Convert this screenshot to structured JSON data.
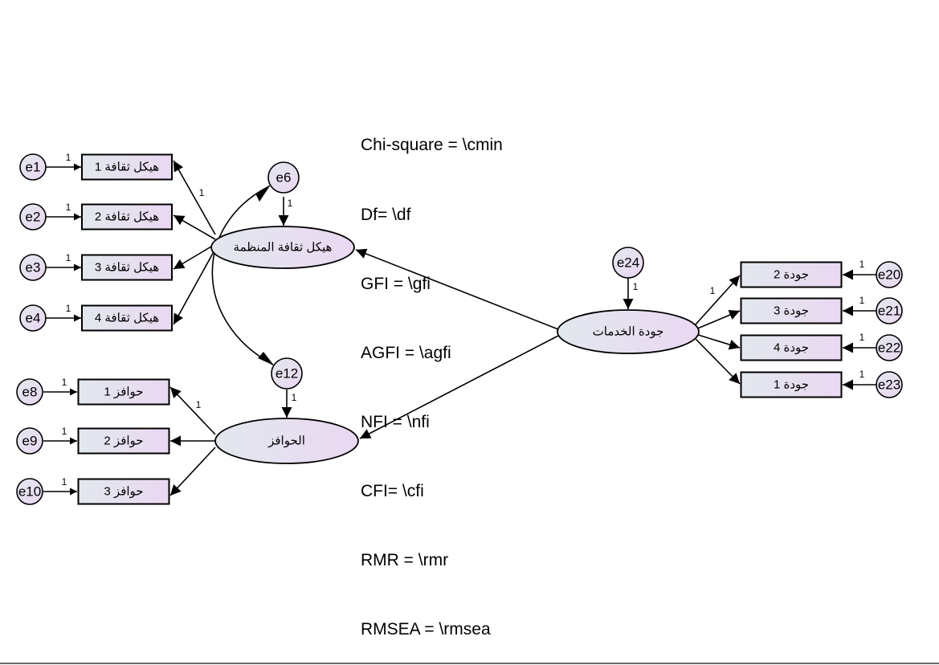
{
  "fit_indices": [
    "Chi-square = \\cmin",
    "Df= \\df",
    "GFI = \\gfi",
    "AGFI = \\agfi",
    "NFI = \\nfi",
    "CFI= \\cfi",
    "RMR = \\rmr",
    "RMSEA = \\rmsea"
  ],
  "colors": {
    "fill_start": "#e2e8ee",
    "fill_end": "#ead8f2",
    "stroke": "#000000"
  },
  "latents": {
    "culture": "هيكل ثقافة المنظمة",
    "incentives": "الحوافز",
    "quality": "جودة الخدمات"
  },
  "culture_indicators": [
    {
      "error": "e1",
      "label": "هيكل ثقافة 1",
      "weight": "1",
      "loading": "1"
    },
    {
      "error": "e2",
      "label": "هيكل ثقافة 2",
      "weight": "1",
      "loading": ""
    },
    {
      "error": "e3",
      "label": "هيكل ثقافة 3",
      "weight": "1",
      "loading": ""
    },
    {
      "error": "e4",
      "label": "هيكل ثقافة 4",
      "weight": "1",
      "loading": ""
    }
  ],
  "incentive_indicators": [
    {
      "error": "e8",
      "label": "حوافز 1",
      "weight": "1",
      "loading": "1"
    },
    {
      "error": "e9",
      "label": "حوافز 2",
      "weight": "1",
      "loading": ""
    },
    {
      "error": "e10",
      "label": "حوافز 3",
      "weight": "1",
      "loading": ""
    }
  ],
  "quality_indicators": [
    {
      "error": "e20",
      "label": "جودة 2",
      "weight": "1",
      "loading": "1"
    },
    {
      "error": "e21",
      "label": "جودة 3",
      "weight": "1",
      "loading": ""
    },
    {
      "error": "e22",
      "label": "جودة 4",
      "weight": "1",
      "loading": ""
    },
    {
      "error": "e23",
      "label": "جودة 1",
      "weight": "1",
      "loading": ""
    }
  ],
  "disturbances": {
    "culture": {
      "name": "e6",
      "weight": "1"
    },
    "incentives": {
      "name": "e12",
      "weight": "1"
    },
    "quality": {
      "name": "e24",
      "weight": "1"
    }
  }
}
